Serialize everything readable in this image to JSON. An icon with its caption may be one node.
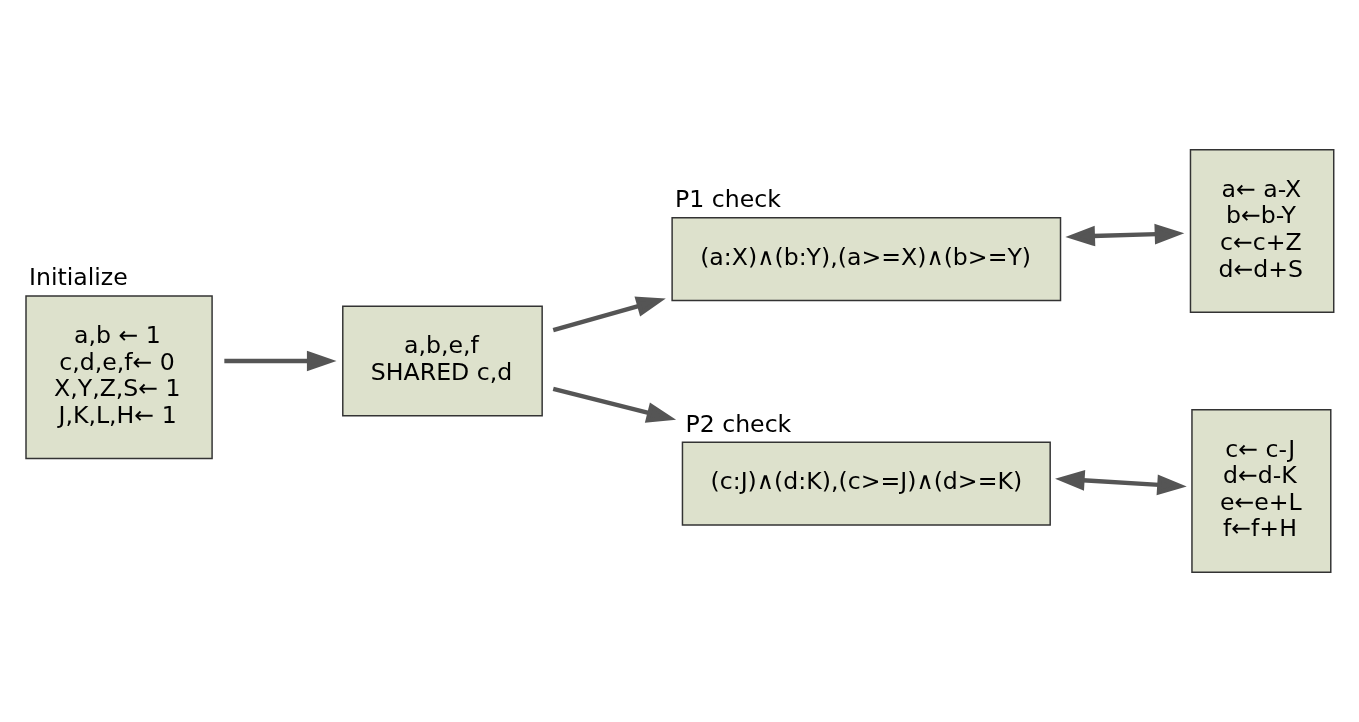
{
  "diagram": {
    "nodes": [
      {
        "text": [
          "Initialize",
          "a,b ← 1",
          "c,d,e,f← 0",
          "X,Y,Z,S← 1",
          "J,K,L,H← 1"
        ]
      },
      {
        "text": [
          "a,b,e,f",
          "SHARED c,d"
        ]
      },
      {
        "text": [
          "P1 check",
          "(a:X)∧(b:Y),(a>=X)∧(b>=Y)"
        ]
      },
      {
        "text": [
          "a← a-X",
          "b←b-Y",
          "c←c+Z",
          "d←d+S"
        ]
      },
      {
        "text": [
          "P2 check",
          "(c:J)∧(d:K),(c>=J)∧(d>=K)"
        ]
      },
      {
        "text": [
          "c← c-J",
          "d←d-K",
          "e←e+L",
          "f←f+H"
        ]
      }
    ],
    "edges": [
      {
        "from": 0,
        "to": 1,
        "arrow": "to"
      },
      {
        "from": 1,
        "to": 2,
        "arrow": "to"
      },
      {
        "from": 1,
        "to": 4,
        "arrow": "to"
      },
      {
        "from": 2,
        "to": 3,
        "arrow": "both"
      },
      {
        "from": 4,
        "to": 5,
        "arrow": "both"
      }
    ]
  }
}
